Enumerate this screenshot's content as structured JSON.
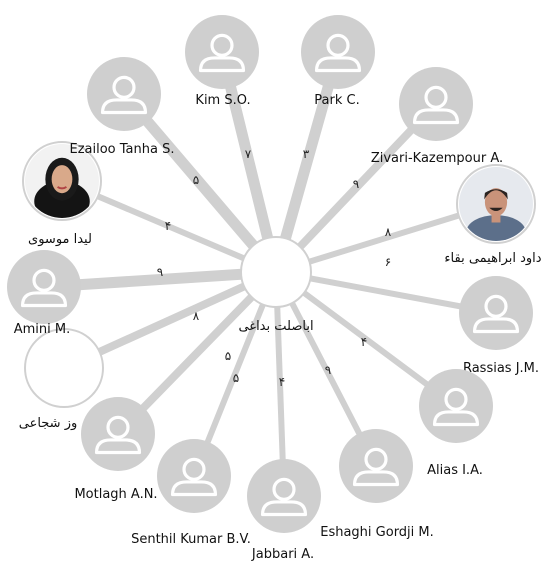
{
  "center": {
    "label": "اباصلت بداغی",
    "photo": "man-portrait-icon"
  },
  "nodes": [
    {
      "id": "kim",
      "label": "Kim S.O.",
      "edge_label": "۷",
      "photo": "user-icon"
    },
    {
      "id": "park",
      "label": "Park C.",
      "edge_label": "۳",
      "photo": "user-icon"
    },
    {
      "id": "zivari",
      "label": "Zivari-Kazempour A.",
      "edge_label": "۹",
      "photo": "user-icon"
    },
    {
      "id": "davood",
      "label": "داود ابراهیمی بقاء",
      "edge_label": "۸",
      "photo": "man-portrait-icon"
    },
    {
      "id": "rassias",
      "label": "Rassias J.M.",
      "edge_label": "۶",
      "photo": "user-icon"
    },
    {
      "id": "alias",
      "label": "Alias I.A.",
      "edge_label": "۴",
      "photo": "user-icon"
    },
    {
      "id": "eshaghi",
      "label": "Eshaghi Gordji M.",
      "edge_label": "۹",
      "photo": "user-icon"
    },
    {
      "id": "jabbari",
      "label": "Jabbari A.",
      "edge_label": "۴",
      "photo": "user-icon"
    },
    {
      "id": "senthil",
      "label": "Senthil Kumar B.V.",
      "edge_label": "۵",
      "photo": "user-icon"
    },
    {
      "id": "motlagh",
      "label": "Motlagh A.N.",
      "edge_label": "۵",
      "photo": "user-icon"
    },
    {
      "id": "shojaee",
      "label": "وز شجاعی",
      "edge_label": "۸",
      "photo": "man-portrait-icon"
    },
    {
      "id": "amini",
      "label": "Amini M.",
      "edge_label": "۹",
      "photo": "user-icon"
    },
    {
      "id": "lida",
      "label": "لیدا موسوی",
      "edge_label": "۴",
      "photo": "woman-portrait-icon"
    },
    {
      "id": "ezailoo",
      "label": "Ezailoo Tanha S.",
      "edge_label": "۵",
      "photo": "user-icon"
    }
  ],
  "colors": {
    "edge": "#d0d0d0",
    "avatar": "#cfcfcf",
    "text": "#111111"
  }
}
